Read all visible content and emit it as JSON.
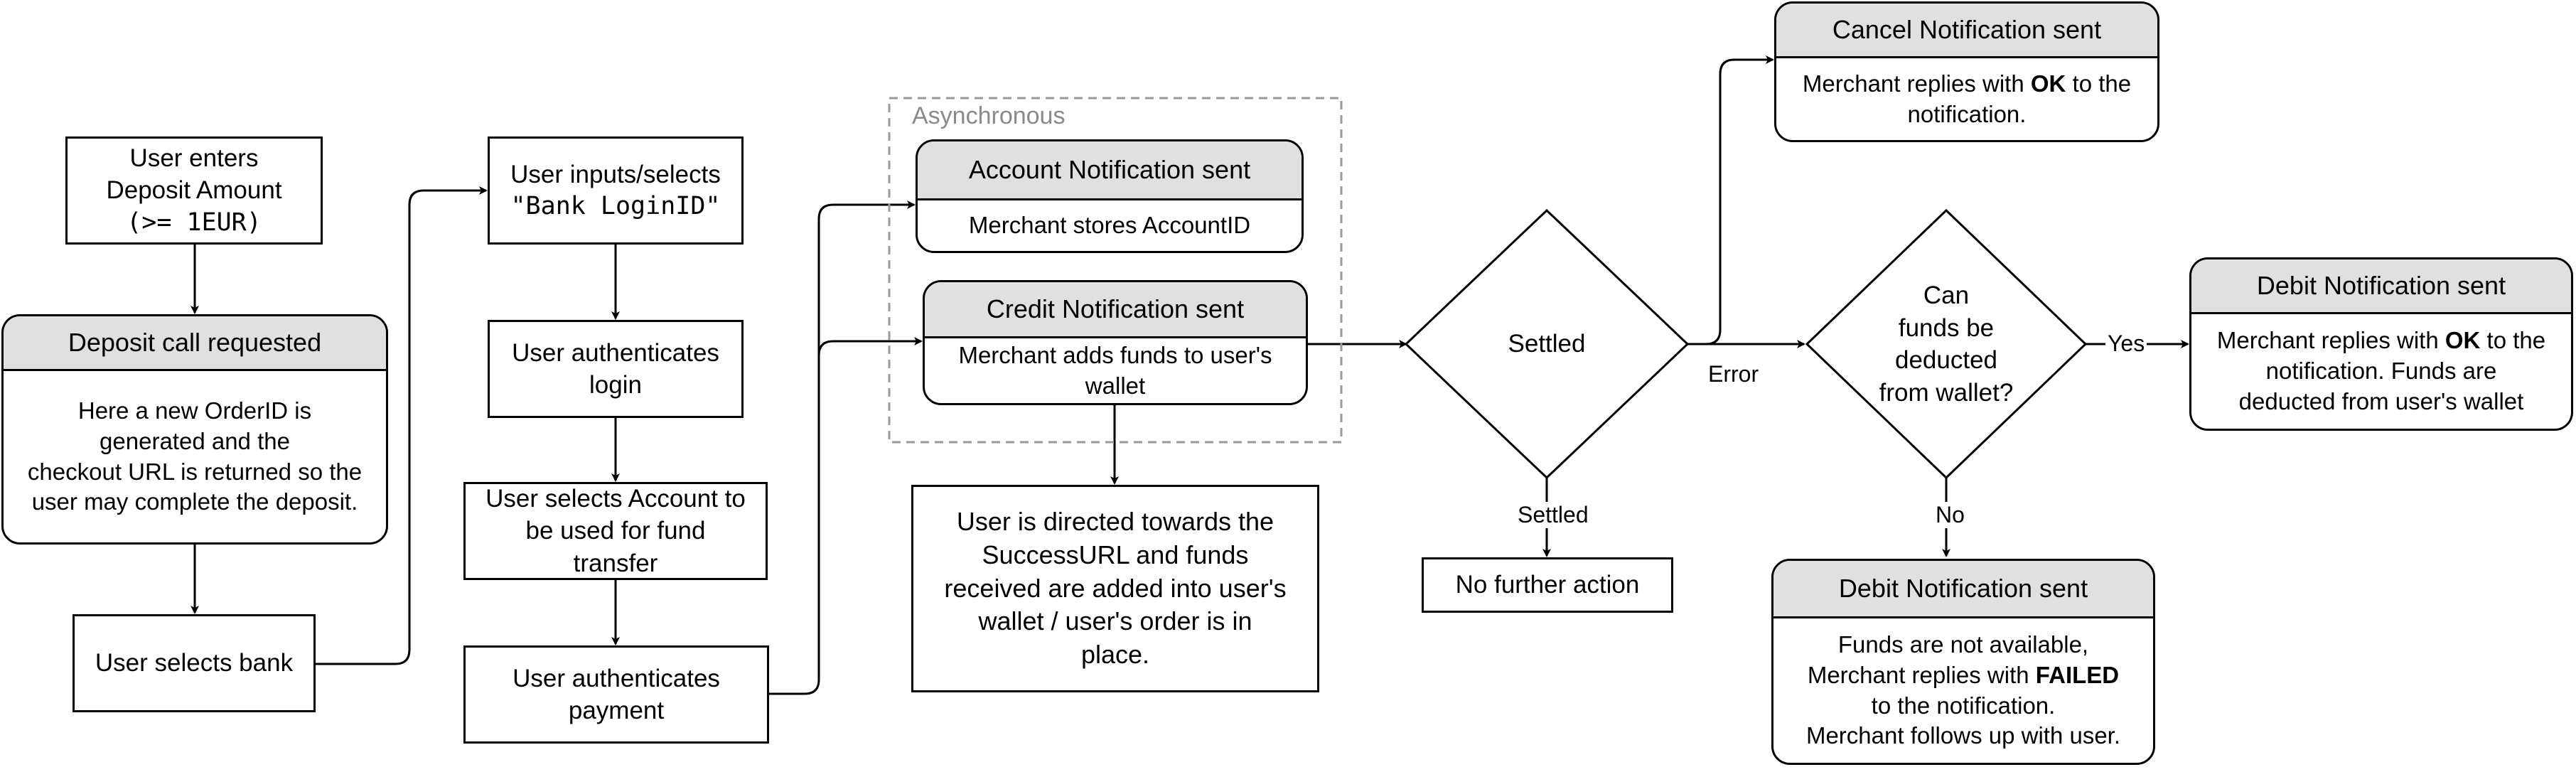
{
  "nodes": {
    "enter_amount": {
      "lines": [
        "User enters",
        "Deposit Amount",
        "(>= 1EUR)"
      ]
    },
    "deposit_call": {
      "title": "Deposit call requested",
      "lines": [
        "Here a new OrderID is",
        "generated and the",
        "checkout URL is returned so the",
        "user may complete the deposit."
      ]
    },
    "select_bank": {
      "text": "User selects bank"
    },
    "bank_login": {
      "lines": [
        "User inputs/selects",
        "\"Bank LoginID\""
      ]
    },
    "auth_login": {
      "lines": [
        "User authenticates",
        "login"
      ]
    },
    "select_account": {
      "lines": [
        "User selects Account to",
        "be used for fund",
        "transfer"
      ]
    },
    "auth_payment": {
      "lines": [
        "User authenticates",
        "payment"
      ]
    },
    "async_group": {
      "label": "Asynchronous"
    },
    "account_notif": {
      "title": "Account Notification sent",
      "body": "Merchant stores AccountID"
    },
    "credit_notif": {
      "title": "Credit Notification sent",
      "lines": [
        "Merchant adds funds to user's",
        "wallet"
      ]
    },
    "success_url": {
      "lines": [
        "User is directed towards the",
        "SuccessURL and funds",
        "received are added into user's",
        "wallet / user's order is in",
        "place."
      ]
    },
    "settled_decision": {
      "text": "Settled"
    },
    "no_action": {
      "text": "No further action"
    },
    "cancel_notif": {
      "title": "Cancel Notification sent",
      "body_pre": "Merchant replies with ",
      "body_bold": "OK",
      "body_post": " to the",
      "body_line2": "notification."
    },
    "funds_decision": {
      "lines": [
        "Can",
        "funds be deducted",
        "from wallet?"
      ]
    },
    "debit_ok": {
      "title": "Debit Notification sent",
      "body_pre": "Merchant replies with ",
      "body_bold": "OK",
      "body_post": " to the",
      "body_line2": "notification. Funds are",
      "body_line3": "deducted from user's wallet"
    },
    "debit_failed": {
      "title": "Debit Notification sent",
      "line1": "Funds are not available,",
      "line2_pre": "Merchant replies with ",
      "line2_bold": "FAILED",
      "line3": "to the notification.",
      "line4": "Merchant follows up with user."
    }
  },
  "edge_labels": {
    "settled": "Settled",
    "error": "Error",
    "yes": "Yes",
    "no": "No"
  }
}
